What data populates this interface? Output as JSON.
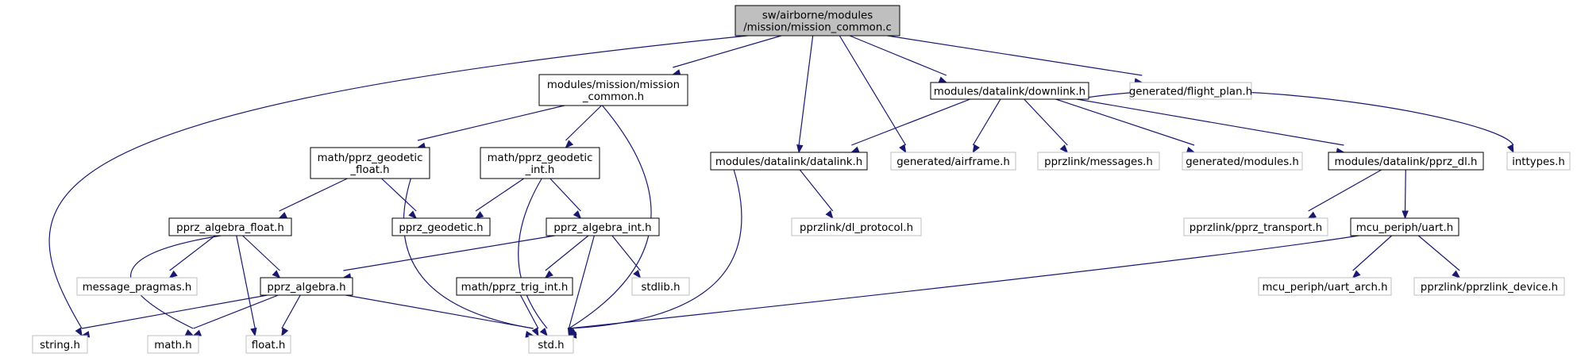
{
  "title": "sw/airborne/modules/mission/mission_common.c",
  "colors": {
    "root_fill": "#bfbfbf",
    "node_fill": "#ffffff",
    "documented_border": "#000000",
    "undocumented_border": "#bfbfbf",
    "edge": "#191970",
    "text": "#000000"
  },
  "nodes": [
    {
      "id": "root",
      "lines": [
        "sw/airborne/modules",
        "/mission/mission_common.c"
      ],
      "kind": "root"
    },
    {
      "id": "mission_common_h",
      "lines": [
        "modules/mission/mission",
        "_common.h"
      ],
      "kind": "documented"
    },
    {
      "id": "downlink_h",
      "lines": [
        "modules/datalink/downlink.h"
      ],
      "kind": "documented"
    },
    {
      "id": "flight_plan_h",
      "lines": [
        "generated/flight_plan.h"
      ],
      "kind": "undocumented"
    },
    {
      "id": "geodetic_float_h",
      "lines": [
        "math/pprz_geodetic",
        "_float.h"
      ],
      "kind": "documented"
    },
    {
      "id": "geodetic_int_h",
      "lines": [
        "math/pprz_geodetic",
        "_int.h"
      ],
      "kind": "documented"
    },
    {
      "id": "datalink_h",
      "lines": [
        "modules/datalink/datalink.h"
      ],
      "kind": "documented"
    },
    {
      "id": "airframe_h",
      "lines": [
        "generated/airframe.h"
      ],
      "kind": "undocumented"
    },
    {
      "id": "messages_h",
      "lines": [
        "pprzlink/messages.h"
      ],
      "kind": "undocumented"
    },
    {
      "id": "modules_h",
      "lines": [
        "generated/modules.h"
      ],
      "kind": "undocumented"
    },
    {
      "id": "pprz_dl_h",
      "lines": [
        "modules/datalink/pprz_dl.h"
      ],
      "kind": "documented"
    },
    {
      "id": "inttypes_h",
      "lines": [
        "inttypes.h"
      ],
      "kind": "undocumented"
    },
    {
      "id": "algebra_float_h",
      "lines": [
        "pprz_algebra_float.h"
      ],
      "kind": "documented"
    },
    {
      "id": "geodetic_h",
      "lines": [
        "pprz_geodetic.h"
      ],
      "kind": "documented"
    },
    {
      "id": "algebra_int_h",
      "lines": [
        "pprz_algebra_int.h"
      ],
      "kind": "documented"
    },
    {
      "id": "dl_protocol_h",
      "lines": [
        "pprzlink/dl_protocol.h"
      ],
      "kind": "undocumented"
    },
    {
      "id": "pprz_transport_h",
      "lines": [
        "pprzlink/pprz_transport.h"
      ],
      "kind": "undocumented"
    },
    {
      "id": "uart_h",
      "lines": [
        "mcu_periph/uart.h"
      ],
      "kind": "documented"
    },
    {
      "id": "message_pragmas_h",
      "lines": [
        "message_pragmas.h"
      ],
      "kind": "undocumented"
    },
    {
      "id": "algebra_h",
      "lines": [
        "pprz_algebra.h"
      ],
      "kind": "documented"
    },
    {
      "id": "trig_int_h",
      "lines": [
        "math/pprz_trig_int.h"
      ],
      "kind": "documented"
    },
    {
      "id": "stdlib_h",
      "lines": [
        "stdlib.h"
      ],
      "kind": "undocumented"
    },
    {
      "id": "uart_arch_h",
      "lines": [
        "mcu_periph/uart_arch.h"
      ],
      "kind": "undocumented"
    },
    {
      "id": "pprzlink_device_h",
      "lines": [
        "pprzlink/pprzlink_device.h"
      ],
      "kind": "undocumented"
    },
    {
      "id": "string_h",
      "lines": [
        "string.h"
      ],
      "kind": "undocumented"
    },
    {
      "id": "math_h",
      "lines": [
        "math.h"
      ],
      "kind": "undocumented"
    },
    {
      "id": "float_h",
      "lines": [
        "float.h"
      ],
      "kind": "undocumented"
    },
    {
      "id": "std_h",
      "lines": [
        "std.h"
      ],
      "kind": "undocumented"
    }
  ],
  "edges": [
    [
      "root",
      "string_h"
    ],
    [
      "root",
      "mission_common_h"
    ],
    [
      "root",
      "datalink_h"
    ],
    [
      "root",
      "airframe_h"
    ],
    [
      "root",
      "downlink_h"
    ],
    [
      "root",
      "flight_plan_h"
    ],
    [
      "mission_common_h",
      "geodetic_float_h"
    ],
    [
      "mission_common_h",
      "geodetic_int_h"
    ],
    [
      "mission_common_h",
      "std_h"
    ],
    [
      "geodetic_float_h",
      "algebra_float_h"
    ],
    [
      "geodetic_float_h",
      "geodetic_h"
    ],
    [
      "geodetic_float_h",
      "std_h"
    ],
    [
      "geodetic_int_h",
      "geodetic_h"
    ],
    [
      "geodetic_int_h",
      "algebra_int_h"
    ],
    [
      "geodetic_int_h",
      "std_h"
    ],
    [
      "algebra_float_h",
      "message_pragmas_h"
    ],
    [
      "algebra_float_h",
      "algebra_h"
    ],
    [
      "algebra_float_h",
      "math_h"
    ],
    [
      "algebra_float_h",
      "float_h"
    ],
    [
      "algebra_int_h",
      "algebra_h"
    ],
    [
      "algebra_int_h",
      "trig_int_h"
    ],
    [
      "algebra_int_h",
      "stdlib_h"
    ],
    [
      "algebra_int_h",
      "std_h"
    ],
    [
      "algebra_h",
      "string_h"
    ],
    [
      "algebra_h",
      "math_h"
    ],
    [
      "algebra_h",
      "float_h"
    ],
    [
      "algebra_h",
      "std_h"
    ],
    [
      "trig_int_h",
      "std_h"
    ],
    [
      "downlink_h",
      "datalink_h"
    ],
    [
      "downlink_h",
      "airframe_h"
    ],
    [
      "downlink_h",
      "messages_h"
    ],
    [
      "downlink_h",
      "modules_h"
    ],
    [
      "downlink_h",
      "pprz_dl_h"
    ],
    [
      "downlink_h",
      "inttypes_h"
    ],
    [
      "datalink_h",
      "dl_protocol_h"
    ],
    [
      "datalink_h",
      "std_h"
    ],
    [
      "pprz_dl_h",
      "pprz_transport_h"
    ],
    [
      "pprz_dl_h",
      "uart_h"
    ],
    [
      "uart_h",
      "uart_arch_h"
    ],
    [
      "uart_h",
      "pprzlink_device_h"
    ],
    [
      "uart_h",
      "std_h"
    ]
  ]
}
